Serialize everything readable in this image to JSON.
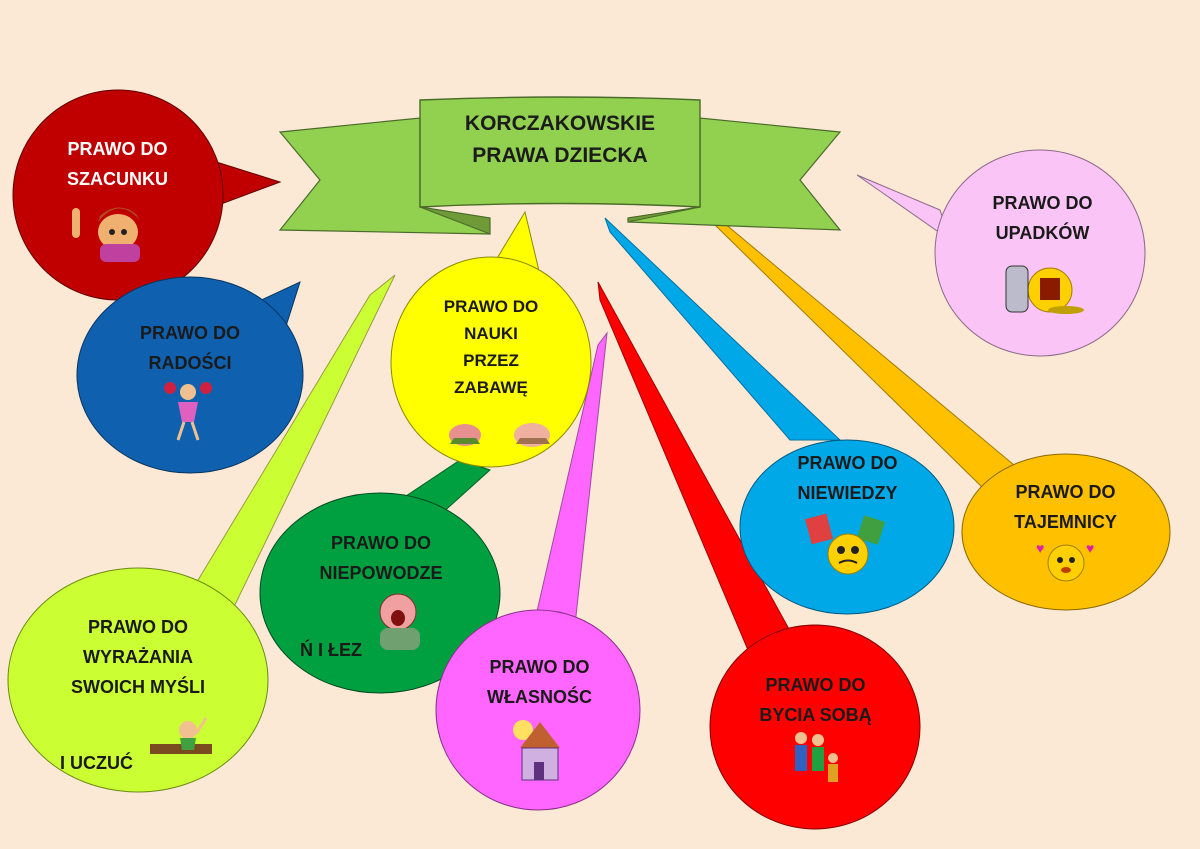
{
  "banner": {
    "title": "KORCZAKOWSKIE\nPRAWA DZIECKA"
  },
  "bubbles": {
    "szacunek": "PRAWO DO\nSZACUNKU",
    "radosc": "PRAWO DO\nRADOŚCI",
    "nauka": "PRAWO DO\nNAUKI\nPRZEZ\nZABAWĘ",
    "upadki": "PRAWO DO\nUPADKÓW",
    "niewiedza": "PRAWO DO\nNIEWIEDZY",
    "tajemnica": "PRAWO DO\nTAJEMNICY",
    "niepowodzenia": "PRAWO DO\nNIEPOWODZE",
    "niepowodzenia_tail": "Ń I ŁEZ",
    "myslenie": "PRAWO DO\nWYRAŻANIA\nSWOICH MYŚLI",
    "myslenie_tail": "I UCZUĆ",
    "wlasnosc": "PRAWO DO\nWŁASNOŚC",
    "bycie_soba": "PRAWO DO\nBYCIA SOBĄ"
  },
  "colors": {
    "background": "#fbe9d6",
    "banner": "#92d050",
    "szacunek": "#c00000",
    "radosc": "#0f61b0",
    "nauka": "#ffff00",
    "upadki": "#fbc4f6",
    "niewiedza": "#00a8e8",
    "tajemnica": "#ffc000",
    "niepowodzenia": "#00a040",
    "myslenie": "#ccff33",
    "wlasnosc": "#ff66ff",
    "bycie_soba": "#ff0000"
  },
  "icons": [
    "waving-boy-icon",
    "jumping-girl-icon",
    "crawling-children-icon",
    "fallen-smiley-icon",
    "confused-smiley-books-icon",
    "secret-smiley-icon",
    "crying-baby-icon",
    "shouting-boy-icon",
    "house-icon",
    "family-icon"
  ]
}
